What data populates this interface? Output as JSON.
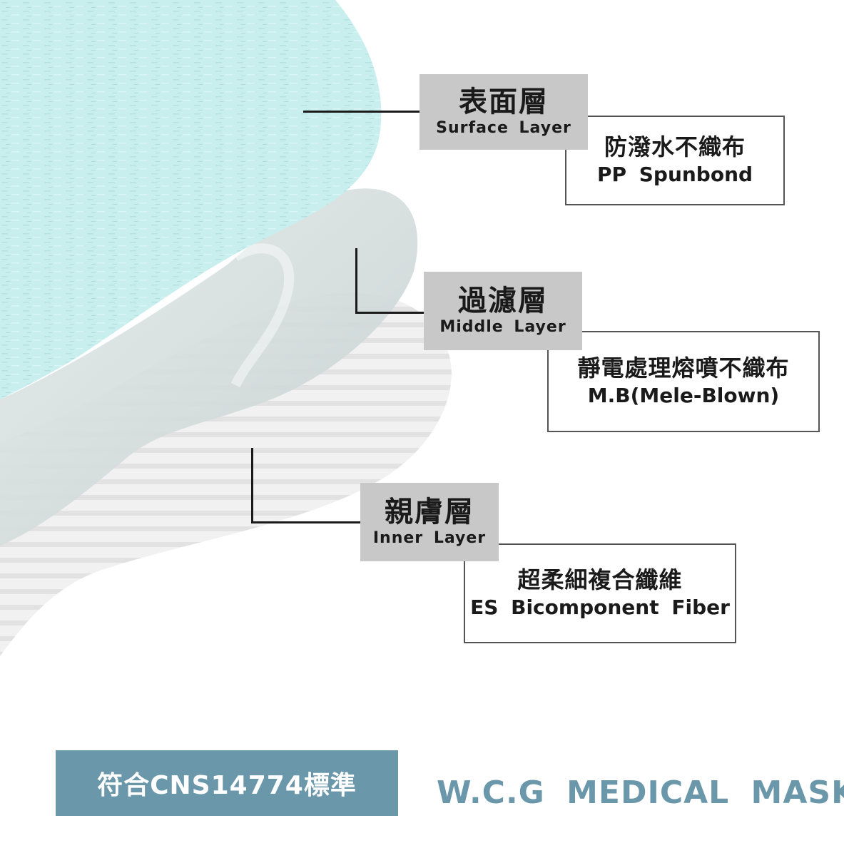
{
  "layers": [
    {
      "zh": "表面層",
      "en": "Surface Layer",
      "material_zh": "防潑水不織布",
      "material_en": "PP Spunbond",
      "color": "#c7ecec"
    },
    {
      "zh": "過濾層",
      "en": "Middle Layer",
      "material_zh": "靜電處理熔噴不織布",
      "material_en": "M.B(Mele-Blown)",
      "color": "#d4dcdc"
    },
    {
      "zh": "親膚層",
      "en": "Inner Layer",
      "material_zh": "超柔細複合纖維",
      "material_en": "ES Bicomponent Fiber",
      "color": "#eeeeee"
    }
  ],
  "footer": {
    "standard": "符合CNS14774標準",
    "brand": "W.C.G MEDICAL MASK"
  },
  "colors": {
    "accent": "#6a97aa",
    "label_gray": "#c8c8c8"
  }
}
